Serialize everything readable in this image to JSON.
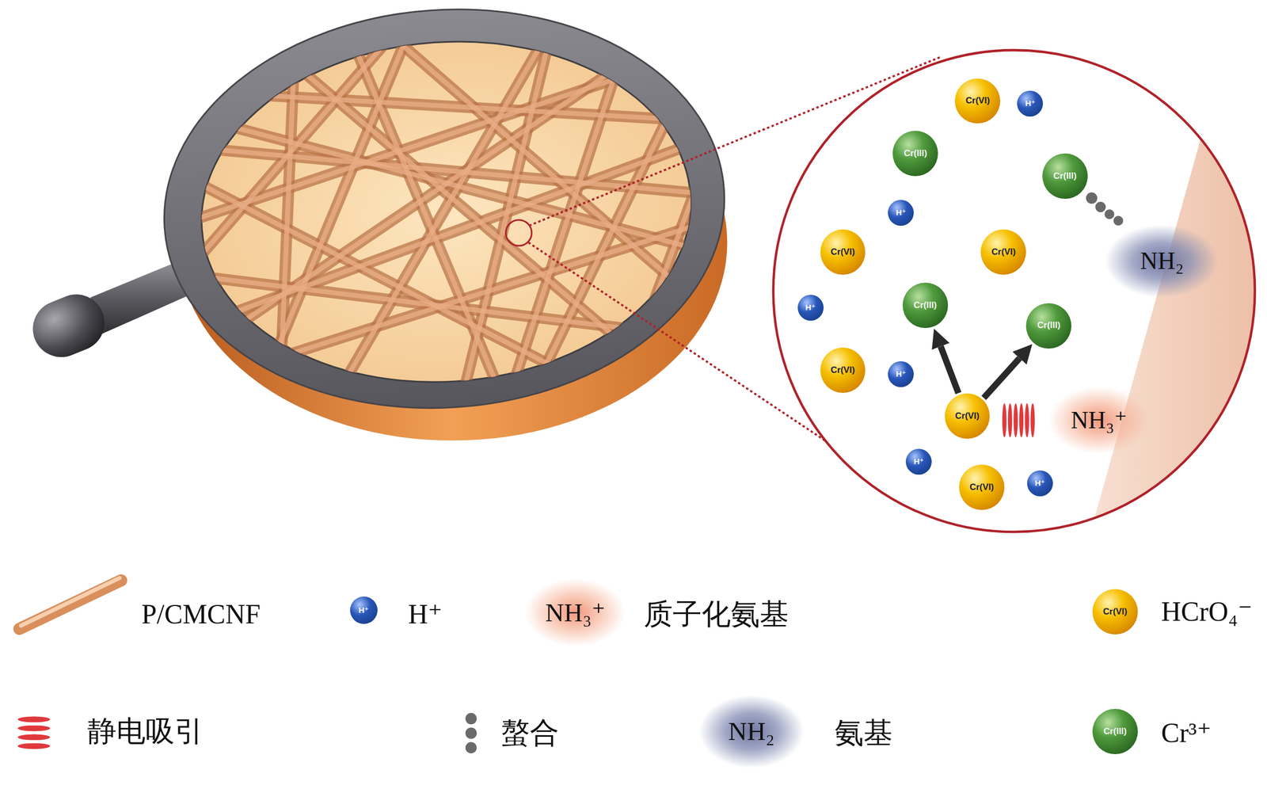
{
  "diagram": {
    "nodes": [
      {
        "text": [
          "Cr(VI)"
        ]
      },
      {
        "text": [
          "H⁺"
        ]
      },
      {
        "text": [
          "Cr(III)"
        ]
      },
      {
        "text": [
          "Cr(III)"
        ]
      },
      {
        "text": [
          "H⁺"
        ]
      },
      {
        "text": [
          "Cr(VI)"
        ]
      },
      {
        "text": [
          "Cr(VI)"
        ]
      },
      {
        "text": [
          "NH₂"
        ]
      },
      {
        "text": [
          "Cr(III)"
        ]
      },
      {
        "text": [
          "H⁺"
        ]
      },
      {
        "text": [
          "Cr(III)"
        ]
      },
      {
        "text": [
          "Cr(VI)"
        ]
      },
      {
        "text": [
          "H⁺"
        ]
      },
      {
        "text": [
          "Cr(VI)"
        ]
      },
      {
        "text": [
          "NH₃⁺"
        ]
      },
      {
        "text": [
          "H⁺"
        ]
      },
      {
        "text": [
          "Cr(VI)"
        ]
      },
      {
        "text": [
          "H⁺"
        ]
      }
    ],
    "edges": [
      {
        "from": 13,
        "to": 8,
        "arrow": "to"
      },
      {
        "from": 13,
        "to": 10,
        "arrow": "to"
      }
    ],
    "labels": [
      "H⁺",
      "NH₃⁺",
      "Cr(VI)",
      "NH₂",
      "Cr(III)"
    ],
    "legend": [
      {
        "text": "P/CMCNF"
      },
      {
        "text": "H⁺"
      },
      {
        "text": "质子化氨基"
      },
      {
        "text": "HCrO₄⁻"
      },
      {
        "text": "静电吸引"
      },
      {
        "text": "螯合"
      },
      {
        "text": "氨基"
      },
      {
        "text": "Cr³⁺"
      }
    ]
  }
}
